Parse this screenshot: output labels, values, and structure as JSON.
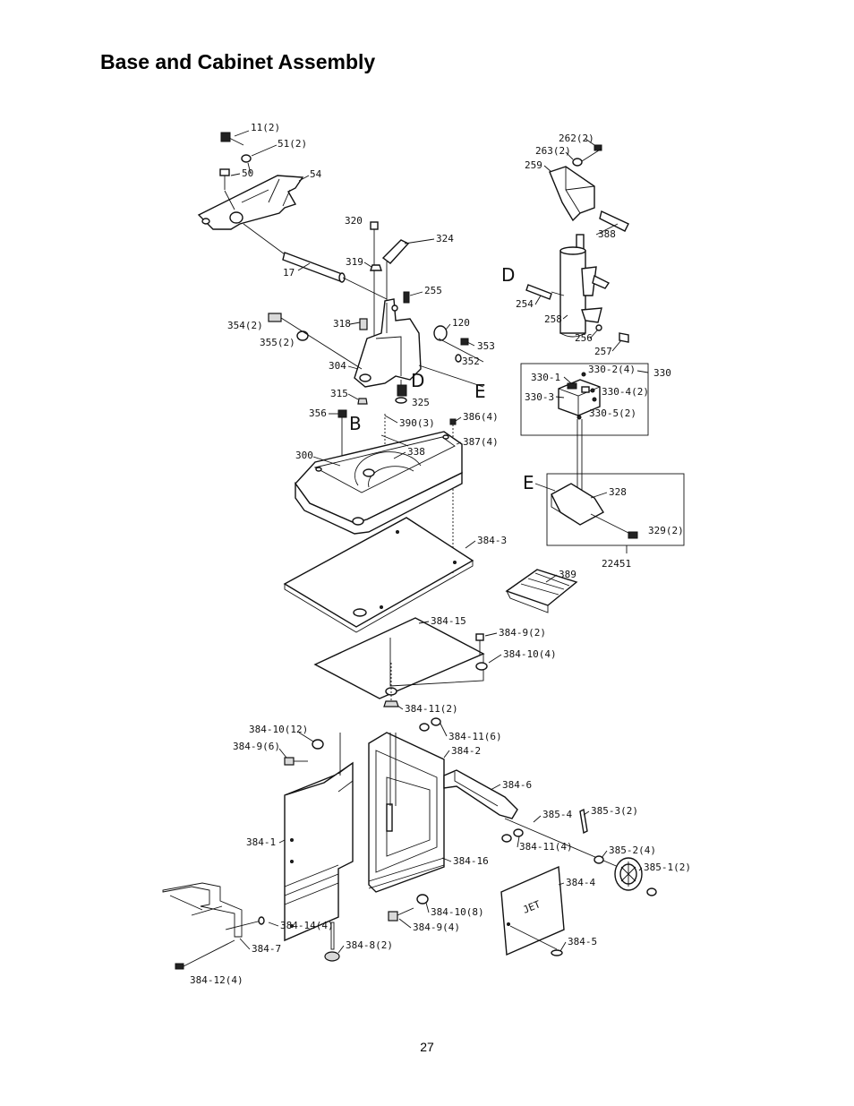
{
  "title": "Base and Cabinet Assembly",
  "page_number": "27",
  "callouts": {
    "c11": "11(2)",
    "c51": "51(2)",
    "c50": "50",
    "c54": "54",
    "c17": "17",
    "c320": "320",
    "c324": "324",
    "c319": "319",
    "c255": "255",
    "c318": "318",
    "c120": "120",
    "c354": "354(2)",
    "c355": "355(2)",
    "c353": "353",
    "c352": "352",
    "c304": "304",
    "c315": "315",
    "c325": "325",
    "c356": "356",
    "c390": "390(3)",
    "c386": "386(4)",
    "c387": "387(4)",
    "c300": "300",
    "c338": "338",
    "c262": "262(2)",
    "c263": "263(2)",
    "c259": "259",
    "c388": "388",
    "c254": "254",
    "c258": "258",
    "c256": "256",
    "c257": "257",
    "c330": "330",
    "c330_1": "330-1",
    "c330_2": "330-2(4)",
    "c330_3": "330-3",
    "c330_4": "330-4(2)",
    "c330_5": "330-5(2)",
    "c328": "328",
    "c329": "329(2)",
    "c22451": "22451",
    "c384_3": "384-3",
    "c389": "389",
    "c384_15": "384-15",
    "c384_9a": "384-9(2)",
    "c384_10a": "384-10(4)",
    "c384_11a": "384-11(2)",
    "c384_10b": "384-10(12)",
    "c384_9b": "384-9(6)",
    "c384_11b": "384-11(6)",
    "c384_2": "384-2",
    "c384_6": "384-6",
    "c384_1": "384-1",
    "c385_4": "385-4",
    "c385_3": "385-3(2)",
    "c384_11c": "384-11(4)",
    "c385_2": "385-2(4)",
    "c384_16": "384-16",
    "c385_1": "385-1(2)",
    "c384_4": "384-4",
    "c384_10c": "384-10(8)",
    "c384_9c": "384-9(4)",
    "c384_14": "384-14(4)",
    "c384_7": "384-7",
    "c384_8": "384-8(2)",
    "c384_5": "384-5",
    "c384_12": "384-12(4)"
  },
  "reference_letters": {
    "b": "B",
    "d1": "D",
    "d2": "D",
    "e1": "E",
    "e2": "E"
  },
  "nameplate_text": "JET"
}
